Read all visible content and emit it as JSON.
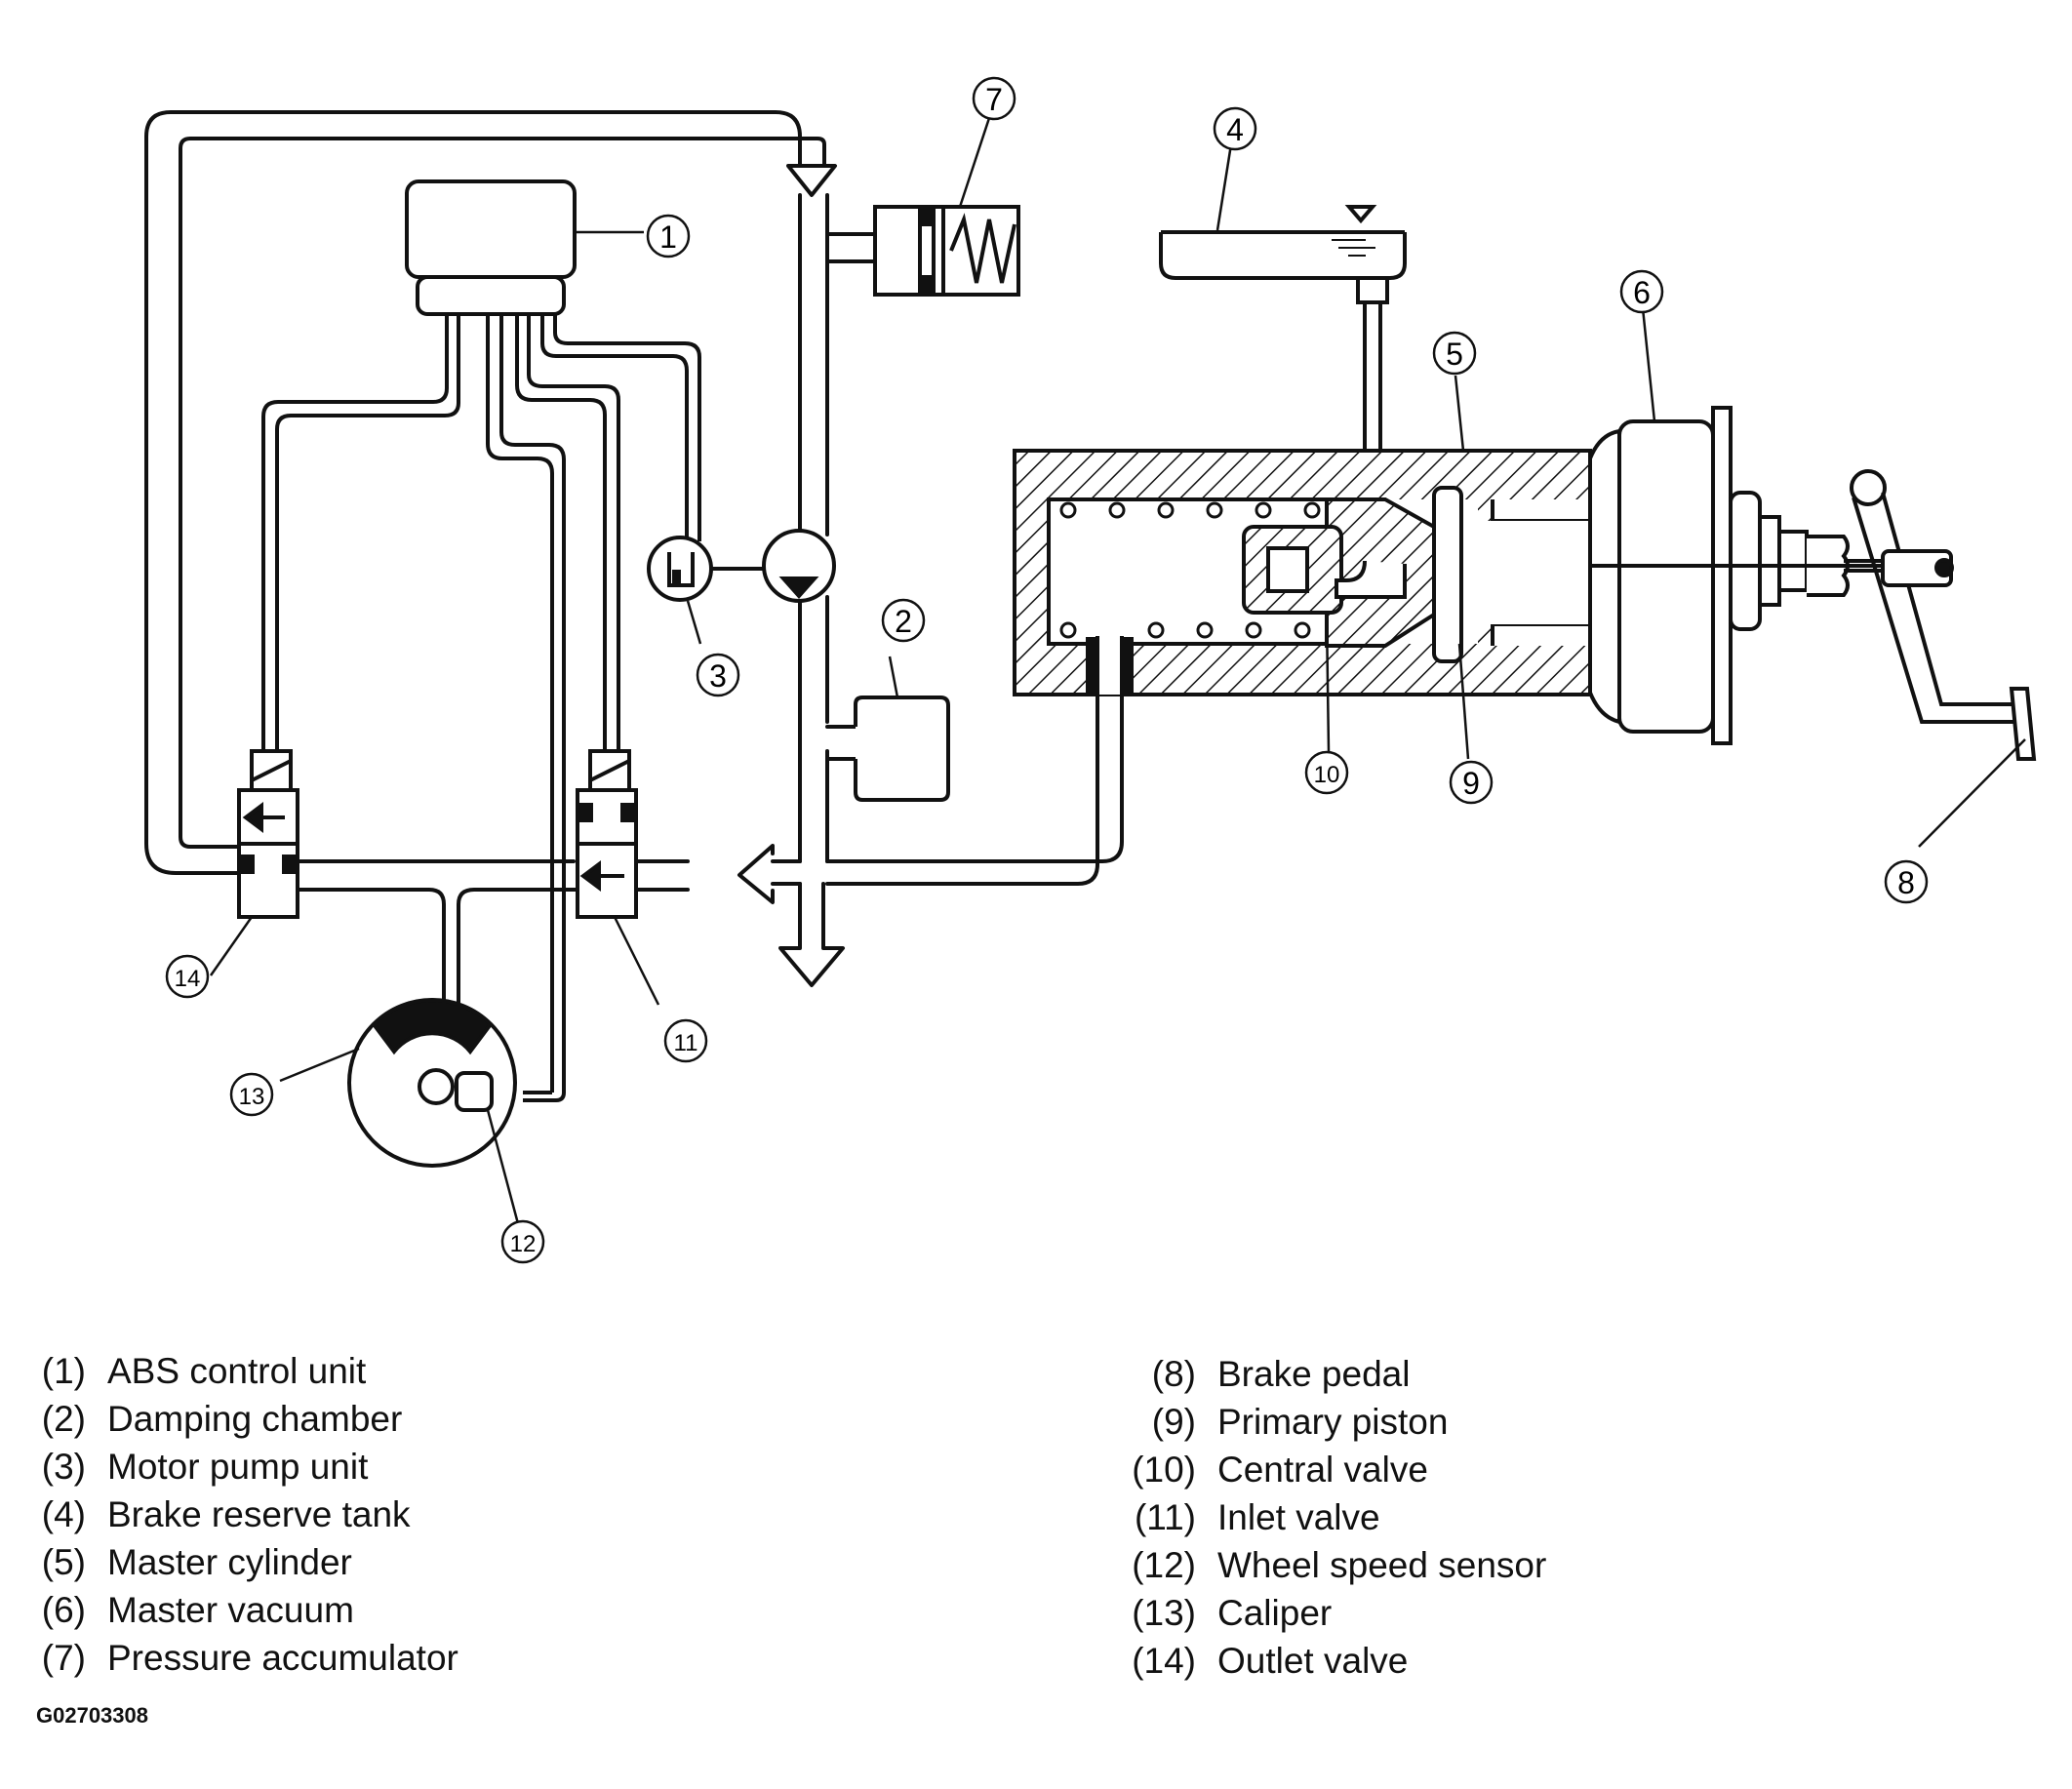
{
  "callouts": [
    "1",
    "2",
    "3",
    "4",
    "5",
    "6",
    "7",
    "8",
    "9",
    "10",
    "11",
    "12",
    "13",
    "14"
  ],
  "legend": {
    "left": [
      {
        "num": "(1)",
        "label": "ABS control unit"
      },
      {
        "num": "(2)",
        "label": "Damping chamber"
      },
      {
        "num": "(3)",
        "label": "Motor pump unit"
      },
      {
        "num": "(4)",
        "label": "Brake reserve tank"
      },
      {
        "num": "(5)",
        "label": "Master cylinder"
      },
      {
        "num": "(6)",
        "label": "Master vacuum"
      },
      {
        "num": "(7)",
        "label": "Pressure accumulator"
      }
    ],
    "right": [
      {
        "num": "(8)",
        "label": "Brake pedal"
      },
      {
        "num": "(9)",
        "label": "Primary piston"
      },
      {
        "num": "(10)",
        "label": "Central valve"
      },
      {
        "num": "(11)",
        "label": "Inlet valve"
      },
      {
        "num": "(12)",
        "label": "Wheel speed sensor"
      },
      {
        "num": "(13)",
        "label": "Caliper"
      },
      {
        "num": "(14)",
        "label": "Outlet valve"
      }
    ]
  },
  "figure_code": "G02703308",
  "colors": {
    "ink": "#111111",
    "paper": "#ffffff"
  }
}
